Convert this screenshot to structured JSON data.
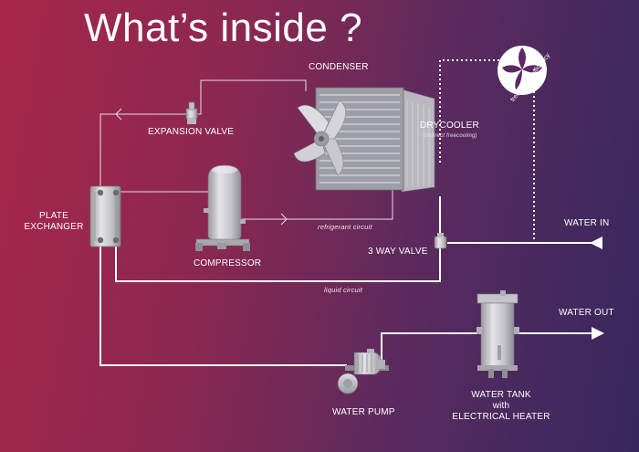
{
  "title": "What’s inside ?",
  "labels": {
    "condenser": "CONDENSER",
    "expansion_valve": "EXPANSION VALVE",
    "drycooler": "DRYCOOLER",
    "drycooler_sub": "(indirect freecooling)",
    "plate_exchanger_line1": "PLATE",
    "plate_exchanger_line2": "EXCHANGER",
    "refrigerant_circuit": "refrigerant circuit",
    "compressor": "COMPRESSOR",
    "three_way_valve": "3 WAY VALVE",
    "water_in": "WATER IN",
    "liquid_circuit": "liquid circuit",
    "water_out": "WATER OUT",
    "water_pump": "WATER PUMP",
    "water_tank_line1": "WATER TANK",
    "water_tank_line2": "with",
    "water_tank_line3": "ELECTRICAL HEATER",
    "freecooling": "freecooling efficiency"
  },
  "icons": {
    "logo": "freecooling-leaf-logo"
  },
  "colors": {
    "background_left": "#a8264a",
    "background_right": "#35285e",
    "line": "#ffffff",
    "equipment": "#c8c8cc"
  }
}
